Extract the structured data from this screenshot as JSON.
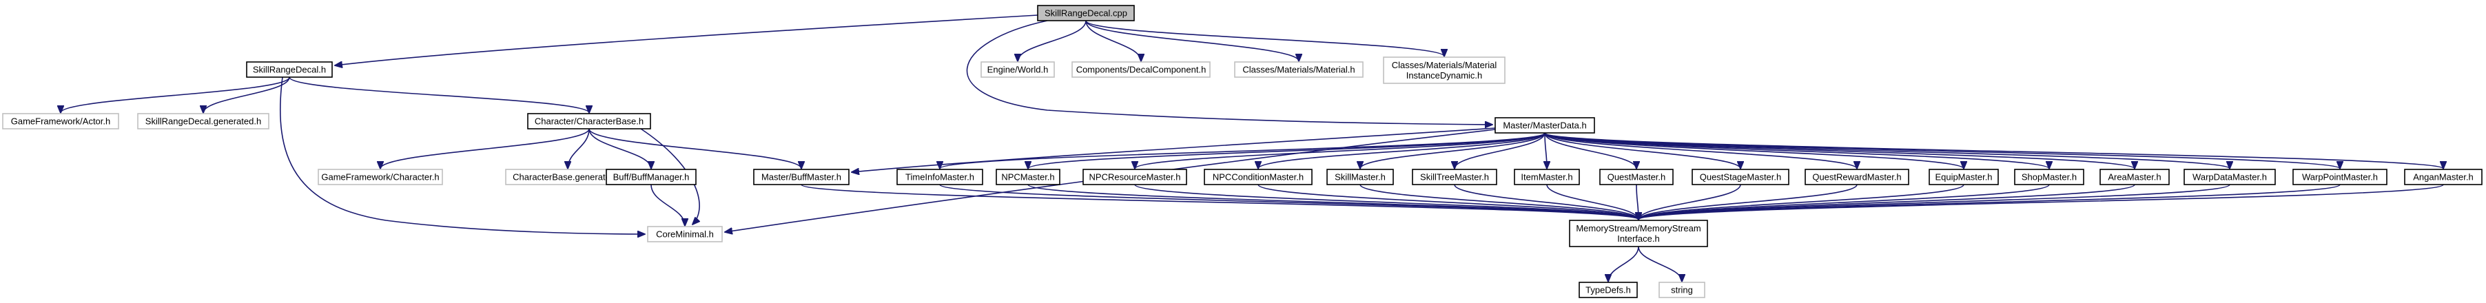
{
  "graph": {
    "colors": {
      "background": "#ffffff",
      "edge": "#191970",
      "node_documented_border": "#000000",
      "node_external_border": "#bfbfbf",
      "node_root_fill": "#bfbfbf",
      "node_fill": "#ffffff",
      "text": "#000000"
    },
    "nodes": [
      {
        "id": "skillrangedecal_cpp",
        "lines": [
          "SkillRangeDecal.cpp"
        ],
        "style": "root"
      },
      {
        "id": "skillrangedecal_h",
        "lines": [
          "SkillRangeDecal.h"
        ],
        "style": "documented"
      },
      {
        "id": "engine_world",
        "lines": [
          "Engine/World.h"
        ],
        "style": "external"
      },
      {
        "id": "decal_component",
        "lines": [
          "Components/DecalComponent.h"
        ],
        "style": "external"
      },
      {
        "id": "material_h",
        "lines": [
          "Classes/Materials/Material.h"
        ],
        "style": "external"
      },
      {
        "id": "material_instance_dynamic",
        "lines": [
          "Classes/Materials/Material",
          "InstanceDynamic.h"
        ],
        "style": "external"
      },
      {
        "id": "actor_h",
        "lines": [
          "GameFramework/Actor.h"
        ],
        "style": "external"
      },
      {
        "id": "skillrangedecal_generated",
        "lines": [
          "SkillRangeDecal.generated.h"
        ],
        "style": "external"
      },
      {
        "id": "character_base",
        "lines": [
          "Character/CharacterBase.h"
        ],
        "style": "documented"
      },
      {
        "id": "master_data",
        "lines": [
          "Master/MasterData.h"
        ],
        "style": "documented"
      },
      {
        "id": "character_h",
        "lines": [
          "GameFramework/Character.h"
        ],
        "style": "external"
      },
      {
        "id": "characterbase_generated",
        "lines": [
          "CharacterBase.generated.h"
        ],
        "style": "external"
      },
      {
        "id": "buff_manager",
        "lines": [
          "Buff/BuffManager.h"
        ],
        "style": "documented"
      },
      {
        "id": "buff_master",
        "lines": [
          "Master/BuffMaster.h"
        ],
        "style": "documented"
      },
      {
        "id": "core_minimal",
        "lines": [
          "CoreMinimal.h"
        ],
        "style": "external"
      },
      {
        "id": "timeinfo_master",
        "lines": [
          "TimeInfoMaster.h"
        ],
        "style": "documented"
      },
      {
        "id": "npc_master",
        "lines": [
          "NPCMaster.h"
        ],
        "style": "documented"
      },
      {
        "id": "npc_resource_master",
        "lines": [
          "NPCResourceMaster.h"
        ],
        "style": "documented"
      },
      {
        "id": "npc_condition_master",
        "lines": [
          "NPCConditionMaster.h"
        ],
        "style": "documented"
      },
      {
        "id": "skill_master",
        "lines": [
          "SkillMaster.h"
        ],
        "style": "documented"
      },
      {
        "id": "skilltree_master",
        "lines": [
          "SkillTreeMaster.h"
        ],
        "style": "documented"
      },
      {
        "id": "item_master",
        "lines": [
          "ItemMaster.h"
        ],
        "style": "documented"
      },
      {
        "id": "quest_master",
        "lines": [
          "QuestMaster.h"
        ],
        "style": "documented"
      },
      {
        "id": "queststage_master",
        "lines": [
          "QuestStageMaster.h"
        ],
        "style": "documented"
      },
      {
        "id": "questreward_master",
        "lines": [
          "QuestRewardMaster.h"
        ],
        "style": "documented"
      },
      {
        "id": "equip_master",
        "lines": [
          "EquipMaster.h"
        ],
        "style": "documented"
      },
      {
        "id": "shop_master",
        "lines": [
          "ShopMaster.h"
        ],
        "style": "documented"
      },
      {
        "id": "area_master",
        "lines": [
          "AreaMaster.h"
        ],
        "style": "documented"
      },
      {
        "id": "warpdata_master",
        "lines": [
          "WarpDataMaster.h"
        ],
        "style": "documented"
      },
      {
        "id": "warppoint_master",
        "lines": [
          "WarpPointMaster.h"
        ],
        "style": "documented"
      },
      {
        "id": "angan_master",
        "lines": [
          "AnganMaster.h"
        ],
        "style": "documented"
      },
      {
        "id": "memorystream",
        "lines": [
          "MemoryStream/MemoryStream",
          "Interface.h"
        ],
        "style": "documented"
      },
      {
        "id": "typedefs",
        "lines": [
          "TypeDefs.h"
        ],
        "style": "documented"
      },
      {
        "id": "string",
        "lines": [
          "string"
        ],
        "style": "external"
      }
    ],
    "edges": [
      [
        "skillrangedecal_cpp",
        "skillrangedecal_h"
      ],
      [
        "skillrangedecal_cpp",
        "engine_world"
      ],
      [
        "skillrangedecal_cpp",
        "decal_component"
      ],
      [
        "skillrangedecal_cpp",
        "material_h"
      ],
      [
        "skillrangedecal_cpp",
        "material_instance_dynamic"
      ],
      [
        "skillrangedecal_cpp",
        "master_data"
      ],
      [
        "skillrangedecal_h",
        "actor_h"
      ],
      [
        "skillrangedecal_h",
        "skillrangedecal_generated"
      ],
      [
        "skillrangedecal_h",
        "character_base"
      ],
      [
        "skillrangedecal_h",
        "core_minimal"
      ],
      [
        "character_base",
        "character_h"
      ],
      [
        "character_base",
        "characterbase_generated"
      ],
      [
        "character_base",
        "buff_manager"
      ],
      [
        "character_base",
        "buff_master"
      ],
      [
        "character_base",
        "core_minimal"
      ],
      [
        "buff_manager",
        "core_minimal"
      ],
      [
        "master_data",
        "core_minimal"
      ],
      [
        "master_data",
        "buff_master"
      ],
      [
        "master_data",
        "timeinfo_master"
      ],
      [
        "master_data",
        "npc_master"
      ],
      [
        "master_data",
        "npc_resource_master"
      ],
      [
        "master_data",
        "npc_condition_master"
      ],
      [
        "master_data",
        "skill_master"
      ],
      [
        "master_data",
        "skilltree_master"
      ],
      [
        "master_data",
        "item_master"
      ],
      [
        "master_data",
        "quest_master"
      ],
      [
        "master_data",
        "queststage_master"
      ],
      [
        "master_data",
        "questreward_master"
      ],
      [
        "master_data",
        "equip_master"
      ],
      [
        "master_data",
        "shop_master"
      ],
      [
        "master_data",
        "area_master"
      ],
      [
        "master_data",
        "warpdata_master"
      ],
      [
        "master_data",
        "warppoint_master"
      ],
      [
        "master_data",
        "angan_master"
      ],
      [
        "buff_master",
        "memorystream"
      ],
      [
        "timeinfo_master",
        "memorystream"
      ],
      [
        "npc_master",
        "memorystream"
      ],
      [
        "npc_resource_master",
        "memorystream"
      ],
      [
        "npc_condition_master",
        "memorystream"
      ],
      [
        "skill_master",
        "memorystream"
      ],
      [
        "skilltree_master",
        "memorystream"
      ],
      [
        "item_master",
        "memorystream"
      ],
      [
        "quest_master",
        "memorystream"
      ],
      [
        "queststage_master",
        "memorystream"
      ],
      [
        "questreward_master",
        "memorystream"
      ],
      [
        "equip_master",
        "memorystream"
      ],
      [
        "shop_master",
        "memorystream"
      ],
      [
        "area_master",
        "memorystream"
      ],
      [
        "warpdata_master",
        "memorystream"
      ],
      [
        "warppoint_master",
        "memorystream"
      ],
      [
        "angan_master",
        "memorystream"
      ],
      [
        "memorystream",
        "typedefs"
      ],
      [
        "memorystream",
        "string"
      ]
    ]
  }
}
